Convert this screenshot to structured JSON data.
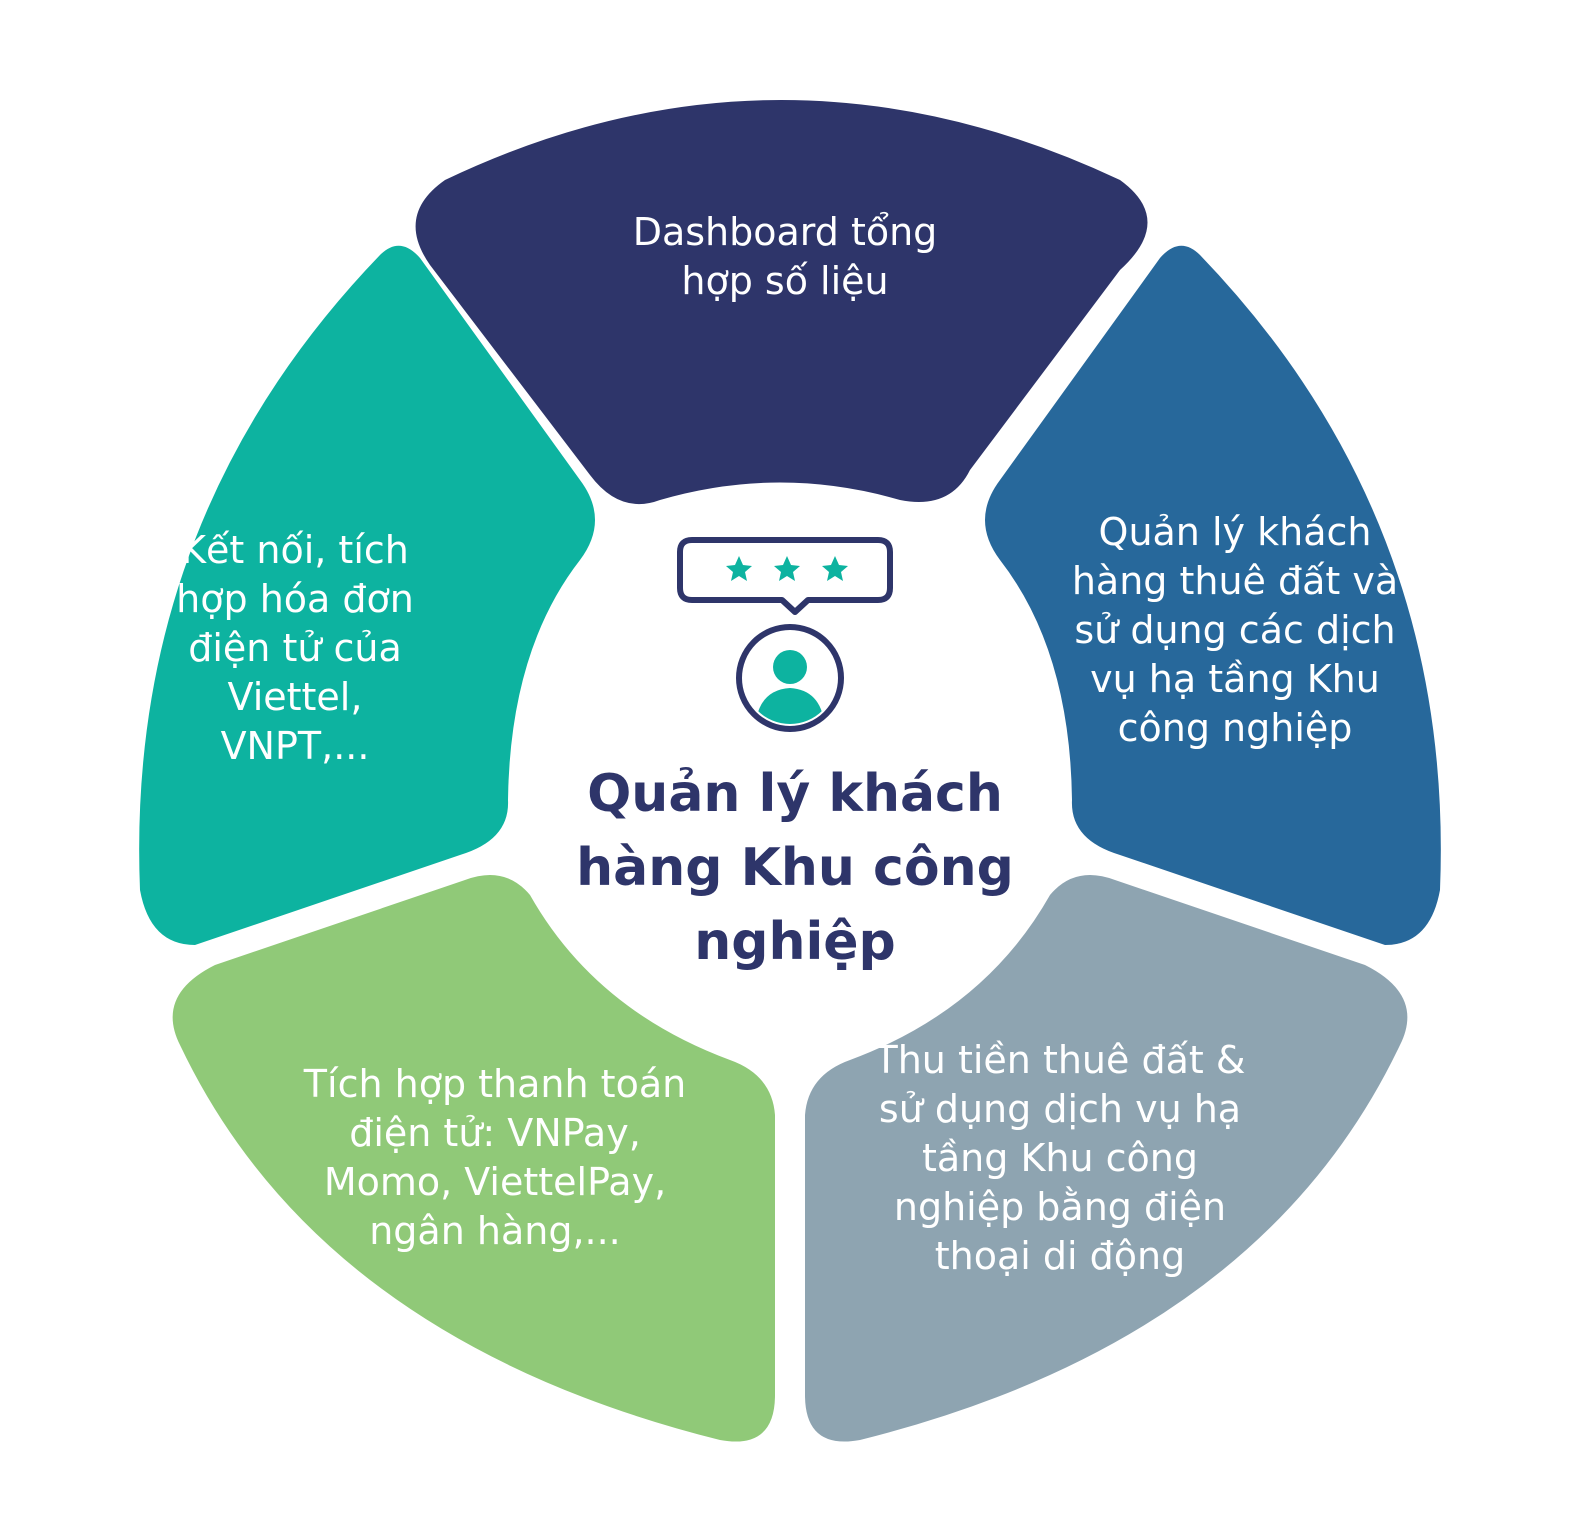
{
  "title": "Quản lý khách\nhàng Khu công\nnghiệp",
  "colors": {
    "segment_top": "#2e356a",
    "segment_right": "#27689b",
    "segment_bottom_right": "#8ea4b1",
    "segment_bottom_left": "#90c978",
    "segment_left": "#0db3a0",
    "center_icon_outline": "#2e356a",
    "center_icon_accent": "#0db3a0",
    "title_color": "#2e356a"
  },
  "segments": [
    {
      "key": "top",
      "text": "Dashboard tổng\nhợp số liệu"
    },
    {
      "key": "right",
      "text": "Quản lý khách\nhàng thuê đất và\nsử dụng các dịch\nvụ hạ tầng Khu\ncông nghiệp"
    },
    {
      "key": "bottom_right",
      "text": "Thu tiền thuê đất &\nsử dụng dịch vụ hạ\ntầng Khu công\nnghiệp bằng điện\nthoại di động"
    },
    {
      "key": "bottom_left",
      "text": "Tích hợp thanh toán\nđiện tử: VNPay,\nMomo, ViettelPay,\nngân hàng,..."
    },
    {
      "key": "left",
      "text": "Kết nối, tích\nhợp hóa đơn\nđiện tử của\nViettel,\nVNPT,..."
    }
  ],
  "icons": {
    "rating": "rating-stars-icon",
    "user": "user-avatar-icon"
  }
}
